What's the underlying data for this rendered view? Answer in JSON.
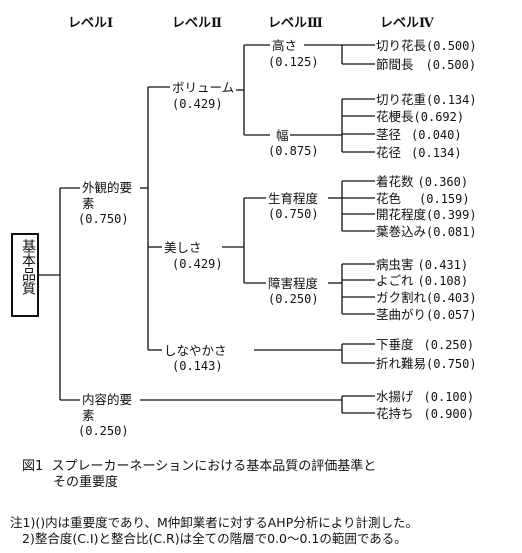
{
  "levels": [
    "レベルⅠ",
    "レベルⅡ",
    "レベルⅢ",
    "レベルⅣ"
  ],
  "root": "基本品質",
  "level1": [
    {
      "label": "外観的要素",
      "weight": "(0.750)"
    },
    {
      "label": "内容的要素",
      "weight": "(0.250)"
    }
  ],
  "level2": [
    {
      "label": "ボリューム",
      "weight": "(0.429)"
    },
    {
      "label": "美しさ",
      "weight": "(0.429)"
    },
    {
      "label": "しなやかさ",
      "weight": "(0.143)"
    }
  ],
  "level3": [
    {
      "label": "高さ",
      "weight": "(0.125)"
    },
    {
      "label": "幅",
      "weight": "(0.875)"
    },
    {
      "label": "生育程度",
      "weight": "(0.750)"
    },
    {
      "label": "障害程度",
      "weight": "(0.250)"
    }
  ],
  "level4": [
    {
      "label": "切り花長",
      "weight": "(0.500)"
    },
    {
      "label": "節間長",
      "weight": "(0.500)"
    },
    {
      "label": "切り花重",
      "weight": "(0.134)"
    },
    {
      "label": "花梗長",
      "weight": "(0.692)"
    },
    {
      "label": "茎径",
      "weight": "(0.040)"
    },
    {
      "label": "花径",
      "weight": "(0.134)"
    },
    {
      "label": "着花数",
      "weight": "(0.360)"
    },
    {
      "label": "花色",
      "weight": "(0.159)"
    },
    {
      "label": "開花程度",
      "weight": "(0.399)"
    },
    {
      "label": "葉巻込み",
      "weight": "(0.081)"
    },
    {
      "label": "病虫害",
      "weight": "(0.431)"
    },
    {
      "label": "よごれ",
      "weight": "(0.108)"
    },
    {
      "label": "ガク割れ",
      "weight": "(0.403)"
    },
    {
      "label": "茎曲がり",
      "weight": "(0.057)"
    },
    {
      "label": "下垂度",
      "weight": "(0.250)"
    },
    {
      "label": "折れ難易",
      "weight": "(0.750)"
    },
    {
      "label": "水揚げ",
      "weight": "(0.100)"
    },
    {
      "label": "花持ち",
      "weight": "(0.900)"
    }
  ],
  "caption": {
    "number": "図1",
    "line1": "スプレーカーネーションにおける基本品質の評価基準と",
    "line2": "その重要度"
  },
  "notes": [
    "注1)()内は重要度であり、M仲卸業者に対するAHP分析により計測した。",
    "2)整合度(C.I)と整合比(C.R)は全ての階層で0.0～0.1の範囲である。"
  ]
}
